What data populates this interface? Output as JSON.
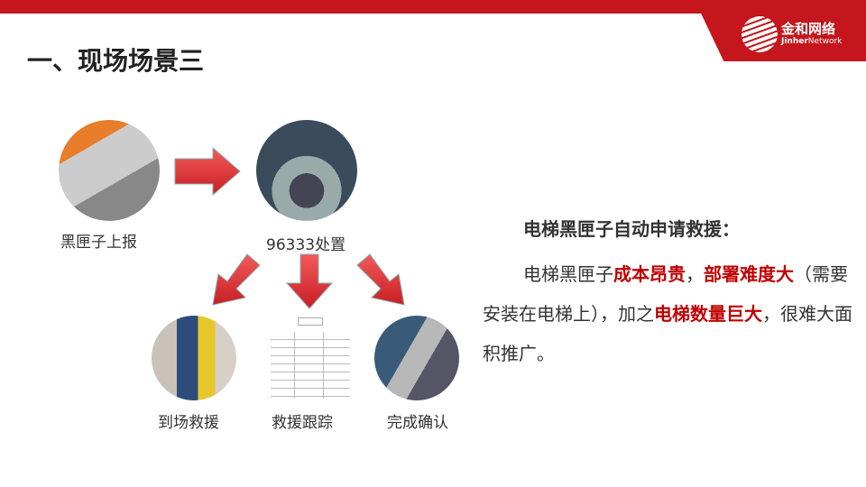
{
  "header": {
    "title": "一、现场场景三",
    "logo_cn": "金和网络",
    "logo_en_bold": "Jinher",
    "logo_en": "Network"
  },
  "flow": {
    "step1": "黑匣子上报",
    "step2": "96333处置",
    "step3": "到场救援",
    "step4": "救援跟踪",
    "step5": "完成确认"
  },
  "description": {
    "heading": "电梯黑匣子自动申请救援：",
    "p1": "电梯黑匣子",
    "h1": "成本昂贵",
    "p2": "，",
    "h2": "部署难度大",
    "p3": "（需要安装在电梯上），加之",
    "h3": "电梯数量巨大",
    "p4": "，很难大面积推广。"
  },
  "colors": {
    "accent": "#c4161c",
    "highlight": "#c00000"
  }
}
